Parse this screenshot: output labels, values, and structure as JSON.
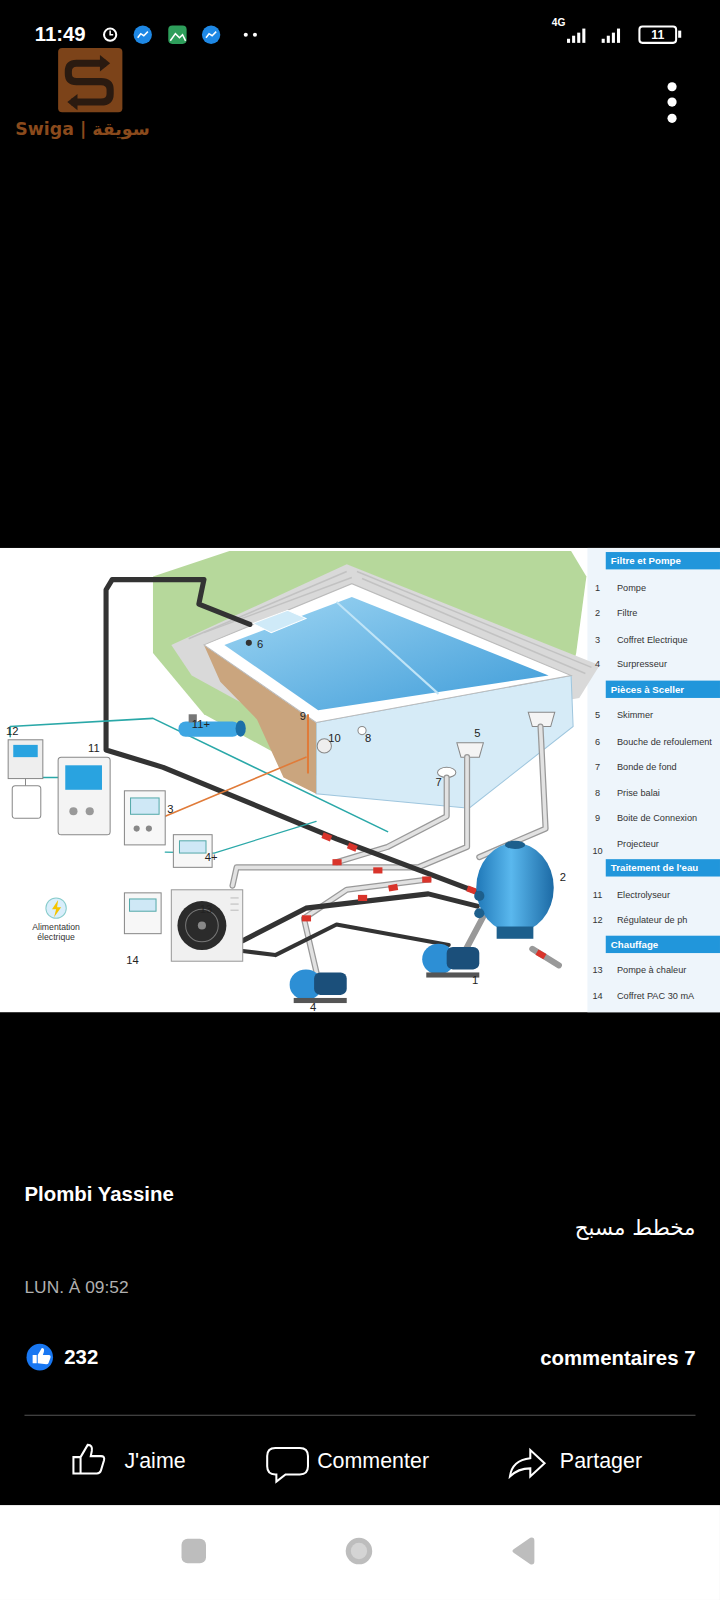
{
  "diagram": {
    "nodes": [
      {
        "text": [
          "11"
        ]
      },
      {
        "text": [
          "Filtre et Pompe"
        ]
      },
      {
        "text": [
          "Pièces à Sceller"
        ]
      },
      {
        "text": [
          "Traitement de l'eau"
        ]
      },
      {
        "text": [
          "Chauffage"
        ]
      }
    ],
    "labels": [
      "11:49",
      "4G",
      "Swiga | سويقة",
      "6",
      "9",
      "10",
      "8",
      "5",
      "7",
      "11+",
      "12",
      "11",
      "3",
      "4+",
      "2",
      "1",
      "13",
      "14",
      "4",
      "Alimentation électrique",
      "1",
      "Pompe",
      "2",
      "Filtre",
      "3",
      "Coffret Electrique",
      "4",
      "Surpresseur",
      "5",
      "Skimmer",
      "6",
      "Bouche de refoulement",
      "7",
      "Bonde de fond",
      "8",
      "Prise balai",
      "9",
      "Boite de Connexion",
      "10",
      "Projecteur",
      "11",
      "Electrolyseur",
      "12",
      "Régulateur de ph",
      "13",
      "Pompe à chaleur",
      "14",
      "Coffret PAC 30 mA",
      "Plombi Yassine",
      "مخطط مسبح",
      "LUN. À 09:52",
      "232",
      "7 commentaires",
      "J'aime",
      "Commenter",
      "Partager"
    ]
  }
}
